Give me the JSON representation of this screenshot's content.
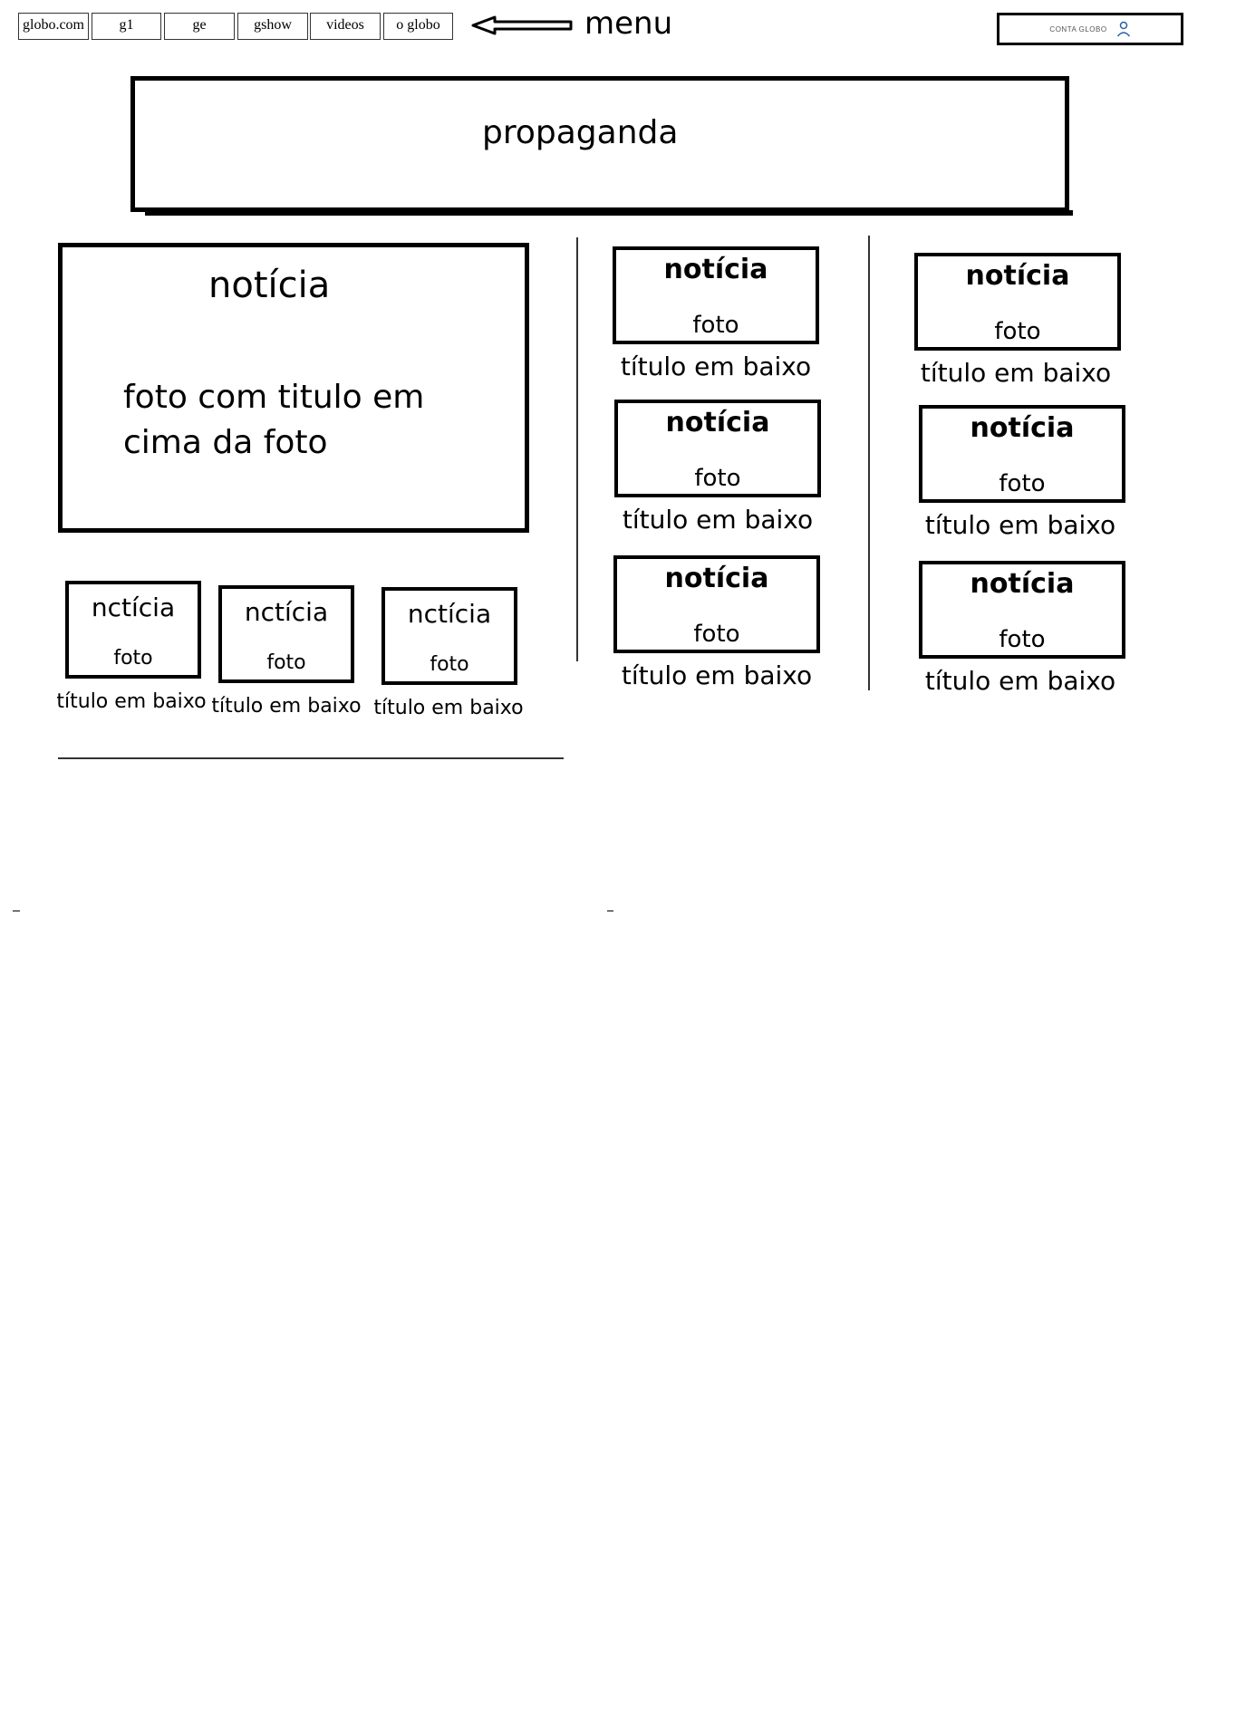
{
  "nav": {
    "tabs": [
      "globo.com",
      "g1",
      "ge",
      "gshow",
      "videos",
      "o globo"
    ],
    "menu_label": "menu",
    "account_label": "CONTA GLOBO"
  },
  "ad": {
    "label": "propaganda"
  },
  "feature": {
    "heading": "notícia",
    "text": "foto com titulo em cima da foto"
  },
  "bottom_cards": [
    {
      "heading": "nctícia",
      "foto": "foto",
      "title": "título em baixo"
    },
    {
      "heading": "nctícia",
      "foto": "foto",
      "title": "título em baixo"
    },
    {
      "heading": "nctícia",
      "foto": "foto",
      "title": "título em baixo"
    }
  ],
  "column_middle": [
    {
      "heading": "notícia",
      "foto": "foto",
      "title": "título em baixo"
    },
    {
      "heading": "notícia",
      "foto": "foto",
      "title": "título em baixo"
    },
    {
      "heading": "notícia",
      "foto": "foto",
      "title": "título em baixo"
    }
  ],
  "column_right": [
    {
      "heading": "notícia",
      "foto": "foto",
      "title": "título em baixo"
    },
    {
      "heading": "notícia",
      "foto": "foto",
      "title": "título em baixo"
    },
    {
      "heading": "notícia",
      "foto": "foto",
      "title": "título em baixo"
    }
  ]
}
